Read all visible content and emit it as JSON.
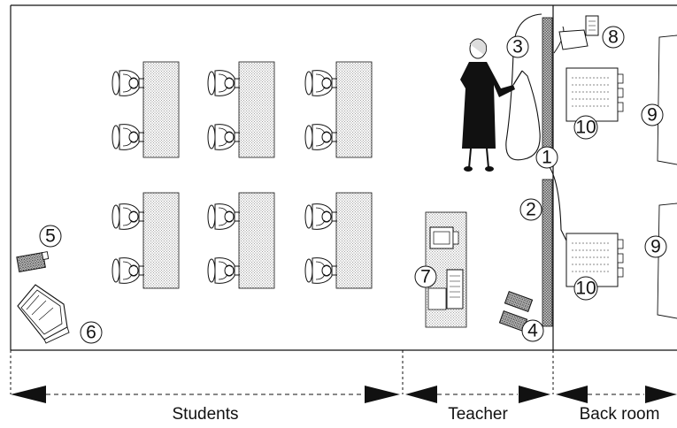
{
  "diagram": {
    "markers": [
      {
        "id": "1",
        "label": "1"
      },
      {
        "id": "2",
        "label": "2"
      },
      {
        "id": "3",
        "label": "3"
      },
      {
        "id": "4",
        "label": "4"
      },
      {
        "id": "5",
        "label": "5"
      },
      {
        "id": "6",
        "label": "6"
      },
      {
        "id": "7",
        "label": "7"
      },
      {
        "id": "8",
        "label": "8"
      },
      {
        "id": "9a",
        "label": "9"
      },
      {
        "id": "9b",
        "label": "9"
      },
      {
        "id": "10a",
        "label": "10"
      },
      {
        "id": "10b",
        "label": "10"
      }
    ],
    "zones": {
      "students": "Students",
      "teacher": "Teacher",
      "back_room": "Back room"
    },
    "colors": {
      "ink": "#111111",
      "stipple": "#9a9a9a",
      "paper": "#ffffff"
    }
  }
}
